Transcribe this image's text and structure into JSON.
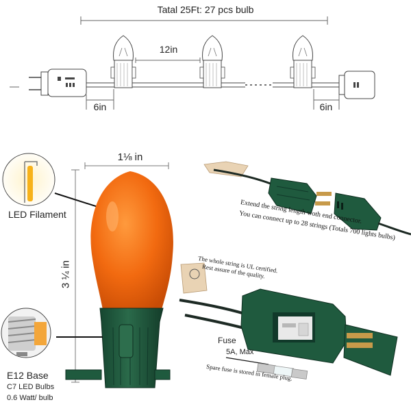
{
  "top": {
    "total_label": "Tatal 25Ft: 27 pcs bulb",
    "spacing_label": "12in",
    "left_lead_label": "6in",
    "right_lead_label": "6in"
  },
  "bulb_section": {
    "width_label": "1⅛ in",
    "height_label": "3 ¼ in",
    "filament_label": "LED Filament",
    "base_label": "E12 Base",
    "bulb_type": "C7 LED Bulbs",
    "wattage": "0.6 Watt/ bulb",
    "bulb_color": "#f26a10",
    "socket_color": "#1f5a3e"
  },
  "connector_section": {
    "extend_line1": "Extend the string length woth end connector.",
    "extend_line2": "You can connect up to 28 strings (Totals 700 lights bulbs)",
    "ul_line1": "The whole string is UL certified.",
    "ul_line2": "Rest assure of the quality.",
    "fuse_title": "Fuse",
    "fuse_rating": "5A, Max",
    "spare_fuse_note": "Spare fuse is stored in female plug."
  }
}
